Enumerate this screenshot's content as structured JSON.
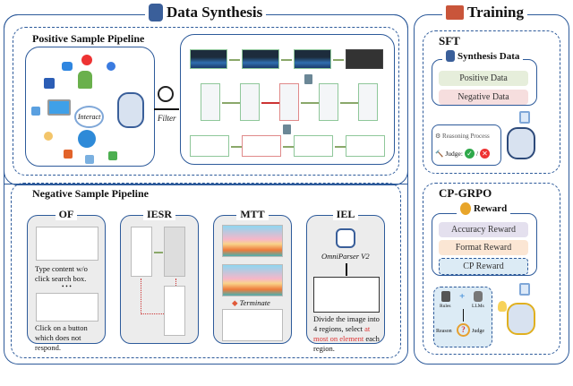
{
  "data_synthesis": {
    "title": "Data Synthesis",
    "positive": {
      "title": "Positive Sample Pipeline",
      "interact_label": "Interact",
      "filter_label": "Filter"
    },
    "negative": {
      "title": "Negative Sample Pipeline",
      "of": {
        "title": "OF",
        "caption1": "Type content w/o click search box.",
        "ellipsis": "• • •",
        "caption2": "Click on a button which does not respond."
      },
      "iesr": {
        "title": "IESR"
      },
      "mtt": {
        "title": "MTT",
        "terminate": "Terminate"
      },
      "iel": {
        "title": "IEL",
        "model": "OmniParser V2",
        "caption_pre": "Divide the image into 4 regions, select ",
        "caption_highlight": "at most on element",
        "caption_post": " each region."
      }
    }
  },
  "training": {
    "title": "Training",
    "sft": {
      "title": "SFT",
      "data_title": "Synthesis Data",
      "positive": "Positive Data",
      "negative": "Negative Data",
      "reasoning": "Reasoning Process",
      "judge": "Judge:",
      "slash": "/"
    },
    "cpgrpo": {
      "title": "CP-GRPO",
      "reward_title": "Reward",
      "accuracy": "Accuracy Reward",
      "format": "Format Reward",
      "cp": "CP Reward",
      "rules": "Rules",
      "llms": "LLMs",
      "reason": "Reason",
      "judge": "Judge"
    }
  },
  "colors": {
    "border": "#2d5a9a",
    "positive": "#e6eedb",
    "negative": "#f6dede",
    "accuracy": "#e4e0ee",
    "format": "#fbe6d4",
    "cp": "#dcebf5",
    "highlight": "#d33333"
  }
}
